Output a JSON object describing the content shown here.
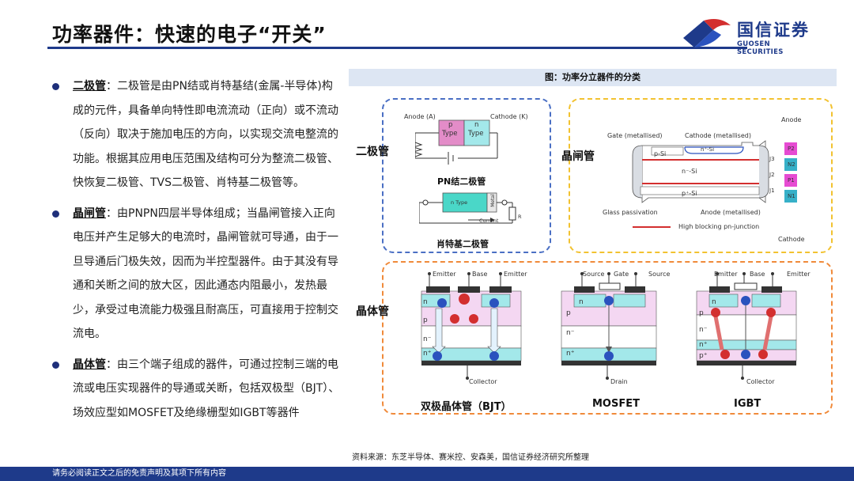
{
  "header": {
    "title": "功率器件：快速的电子“开关”",
    "logo_cn": "国信证券",
    "logo_en": "GUOSEN SECURITIES"
  },
  "bullets": [
    {
      "term": "二极管",
      "text": "：二极管是由PN结或肖特基结(金属-半导体)构成的元件，具备单向特性即电流流动（正向）或不流动（反向）取决于施加电压的方向，以实现交流电整流的功能。根据其应用电压范围及结构可分为整流二极管、快恢复二极管、TVS二极管、肖特基二极管等。"
    },
    {
      "term": "晶闸管",
      "text": "：由PNPN四层半导体组成；当晶闸管接入正向电压并产生足够大的电流时，晶闸管就可导通，由于一旦导通后门极失效，因而为半控型器件。由于其没有导通和关断之间的放大区，因此通态内阻最小，发热最少，承受过电流能力极强且耐高压，可直接用于控制交流电。"
    },
    {
      "term": "晶体管",
      "text": "：由三个端子组成的器件，可通过控制三端的电流或电压实现器件的导通或关断，包括双极型（BJT）、场效应型如MOSFET及绝缘栅型如IGBT等器件"
    }
  ],
  "figure": {
    "caption": "图：功率分立器件的分类",
    "diode": {
      "label": "二极管",
      "anode": "Anode (A)",
      "cathode": "Cathode (K)",
      "p": "p",
      "p_type": "Type",
      "n": "n",
      "n_type": "Type",
      "pn_title": "PN结二极管",
      "n_type_label": "n Type",
      "metal": "Metal",
      "current": "Current",
      "r": "R",
      "schottky_title": "肖特基二极管"
    },
    "thyristor": {
      "label": "晶闸管",
      "anode_top": "Anode",
      "gate": "Gate (metallised)",
      "cathode_m": "Cathode (metallised)",
      "n_plus_si": "n⁺-Si",
      "p_si": "p-Si",
      "n_minus_si": "n⁻-Si",
      "p_plus_si": "p⁺-Si",
      "glass": "Glass passivation",
      "anode_m": "Anode (metallised)",
      "junction": "High blocking pn-junction",
      "cathode_bottom": "Cathode",
      "layers": [
        "P2",
        "N2",
        "P1",
        "N1"
      ],
      "junctions": [
        "J3",
        "J2",
        "J1"
      ]
    },
    "transistor": {
      "label": "晶体管",
      "bjt": {
        "title": "双极晶体管（BJT）",
        "emitter": "Emitter",
        "base": "Base",
        "collector": "Collector",
        "n": "n",
        "p": "p",
        "n_minus": "n⁻",
        "n_plus": "n⁺"
      },
      "mosfet": {
        "title": "MOSFET",
        "source": "Source",
        "gate": "Gate",
        "drain": "Drain",
        "n": "n",
        "p": "p",
        "n_minus": "n⁻",
        "n_plus": "n⁺"
      },
      "igbt": {
        "title": "IGBT",
        "emitter": "Emitter",
        "base": "Base",
        "collector": "Collector",
        "n": "n",
        "p": "p",
        "n_minus": "n⁻",
        "n_plus": "n⁺",
        "p_plus": "p⁺"
      }
    }
  },
  "source": "资料来源：东芝半导体、赛米控、安森美，国信证券经济研究所整理",
  "footer": "请务必阅读正文之后的免责声明及其项下所有内容",
  "colors": {
    "brand": "#1e3a8a",
    "blue_box": "#4a6fc4",
    "yellow_box": "#f2c230",
    "orange_box": "#f08a3a"
  }
}
